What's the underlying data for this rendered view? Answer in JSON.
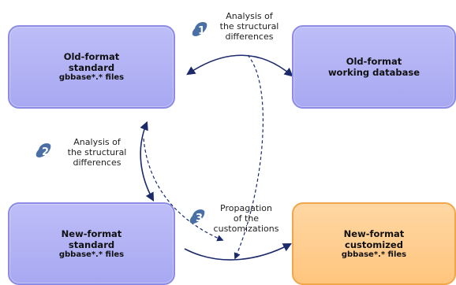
{
  "boxes": {
    "old_standard": {
      "line1": "Old-format",
      "line2": "standard",
      "line3": "gbbase*.* files"
    },
    "old_working": {
      "line1": "Old-format",
      "line2": "working database"
    },
    "new_standard": {
      "line1": "New-format",
      "line2": "standard",
      "line3": "gbbase*.* files"
    },
    "new_customized": {
      "line1": "New-format",
      "line2": "customized",
      "line3": "gbbase*.* files"
    }
  },
  "steps": [
    {
      "number": "1",
      "lines": [
        "Analysis of",
        "the structural",
        "differences"
      ]
    },
    {
      "number": "2",
      "lines": [
        "Analysis of",
        "the structural",
        "differences"
      ]
    },
    {
      "number": "3",
      "lines": [
        "Propagation",
        "of the",
        "customizations"
      ]
    }
  ],
  "colors": {
    "box_blue": "#a8a8f2",
    "box_orange": "#ffc57e",
    "arrow": "#1c2a6b",
    "badge": "#4a6fa5"
  }
}
